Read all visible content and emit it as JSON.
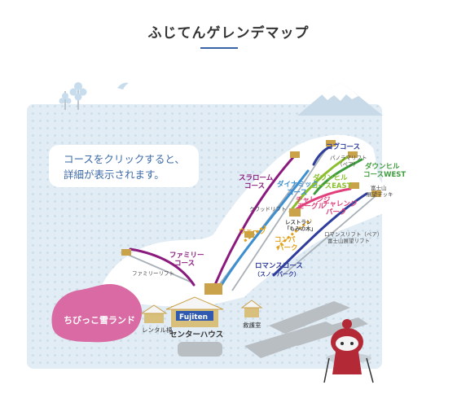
{
  "title": "ふじてんゲレンデマップ",
  "instruction": [
    "コースをクリックすると、",
    "詳細が表示されます。"
  ],
  "courses": {
    "slalom": [
      "スラローム",
      "コース"
    ],
    "dynamic": [
      "ダイナミック",
      "コース"
    ],
    "kobu": "コブコース",
    "downhill_east": [
      "ダウンヒル",
      "コースEAST"
    ],
    "downhill_west": [
      "ダウンヒル",
      "コースWEST"
    ],
    "challenge_mogul": [
      "チャレンジ",
      "モーグル"
    ],
    "challenge_park": [
      "チャレンジ",
      "パーク"
    ],
    "wave": "ウェーブ",
    "konpa": [
      "コンパ",
      "パーク"
    ],
    "romance": [
      "ロマンスコース",
      "（スノーパーク）"
    ],
    "family": [
      "ファミリー",
      "コース"
    ]
  },
  "lifts": {
    "panorama": [
      "パノラマリフト",
      "（ペア）"
    ],
    "quad": "クワッドリフト",
    "romance_lift": [
      "ロマンスリフト（ペア）",
      "富士山展望リフト"
    ],
    "family_lift": "ファミリーリフト"
  },
  "facilities": {
    "restaurant": [
      "レストラン",
      "「もみの木」"
    ],
    "fuji_deck": [
      "富士山",
      "展望デッキ"
    ],
    "rental": "レンタル棟",
    "center_house": "センターハウス",
    "first_aid": "救護室",
    "brand": "Fujiten",
    "kids_land": "ちびっこ雪ランド"
  },
  "colors": {
    "slalom": "#8b1a7e",
    "dynamic": "#3d8fd0",
    "kobu": "#2f3d9c",
    "downhill_east": "#8bbf2d",
    "downhill_west": "#3e9c3c",
    "challenge": "#e0407b",
    "konpa": "#e0a21c",
    "romance": "#2f3d9c",
    "family": "#8b1a7e"
  }
}
